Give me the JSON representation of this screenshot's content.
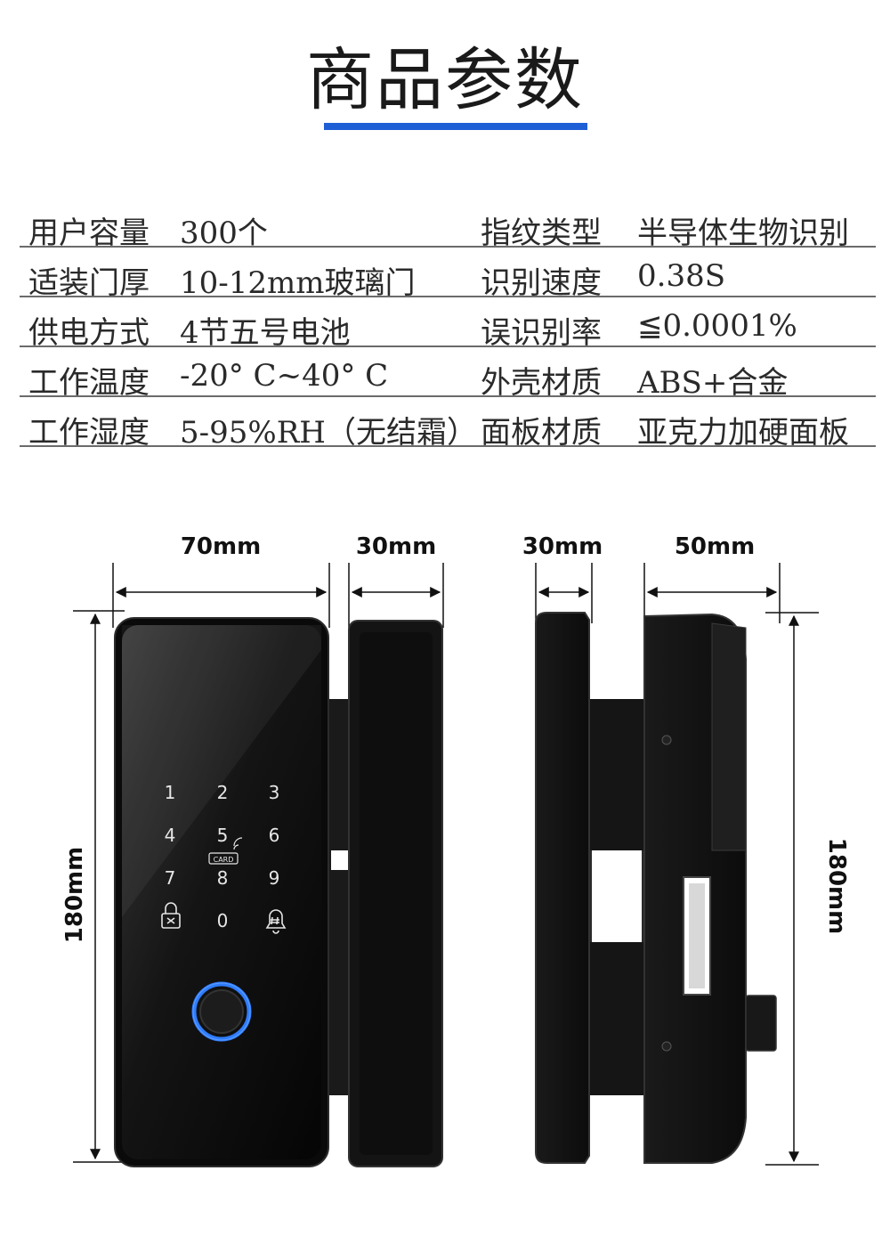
{
  "title": "商品参数",
  "specs": [
    {
      "left_label": "用户容量",
      "left_value": "300个",
      "right_label": "指纹类型",
      "right_value": "半导体生物识别"
    },
    {
      "left_label": "适装门厚",
      "left_value": "10-12mm玻璃门",
      "right_label": "识别速度",
      "right_value": "0.38S"
    },
    {
      "left_label": "供电方式",
      "left_value": "4节五号电池",
      "right_label": "误识别率",
      "right_value": "≦0.0001%"
    },
    {
      "left_label": "工作温度",
      "left_value": "-20° C~40° C",
      "right_label": "外壳材质",
      "right_value": "ABS+合金"
    },
    {
      "left_label": "工作湿度",
      "left_value": "5-95%RH（无结霜）",
      "right_label": "面板材质",
      "right_value": "亚克力加硬面板"
    }
  ],
  "dimensions": {
    "front_width": "70mm",
    "front_depth": "30mm",
    "side_depth": "30mm",
    "side_width": "50mm",
    "front_height": "180mm",
    "side_height": "180mm"
  },
  "keypad": {
    "keys": [
      "1",
      "2",
      "3",
      "4",
      "5",
      "6",
      "7",
      "8",
      "9",
      "0"
    ],
    "card_label": "CARD"
  },
  "colors": {
    "accent_bar": "#1f5fd6",
    "lock_body": "#111111",
    "fingerprint_ring": "#2f7dff"
  }
}
